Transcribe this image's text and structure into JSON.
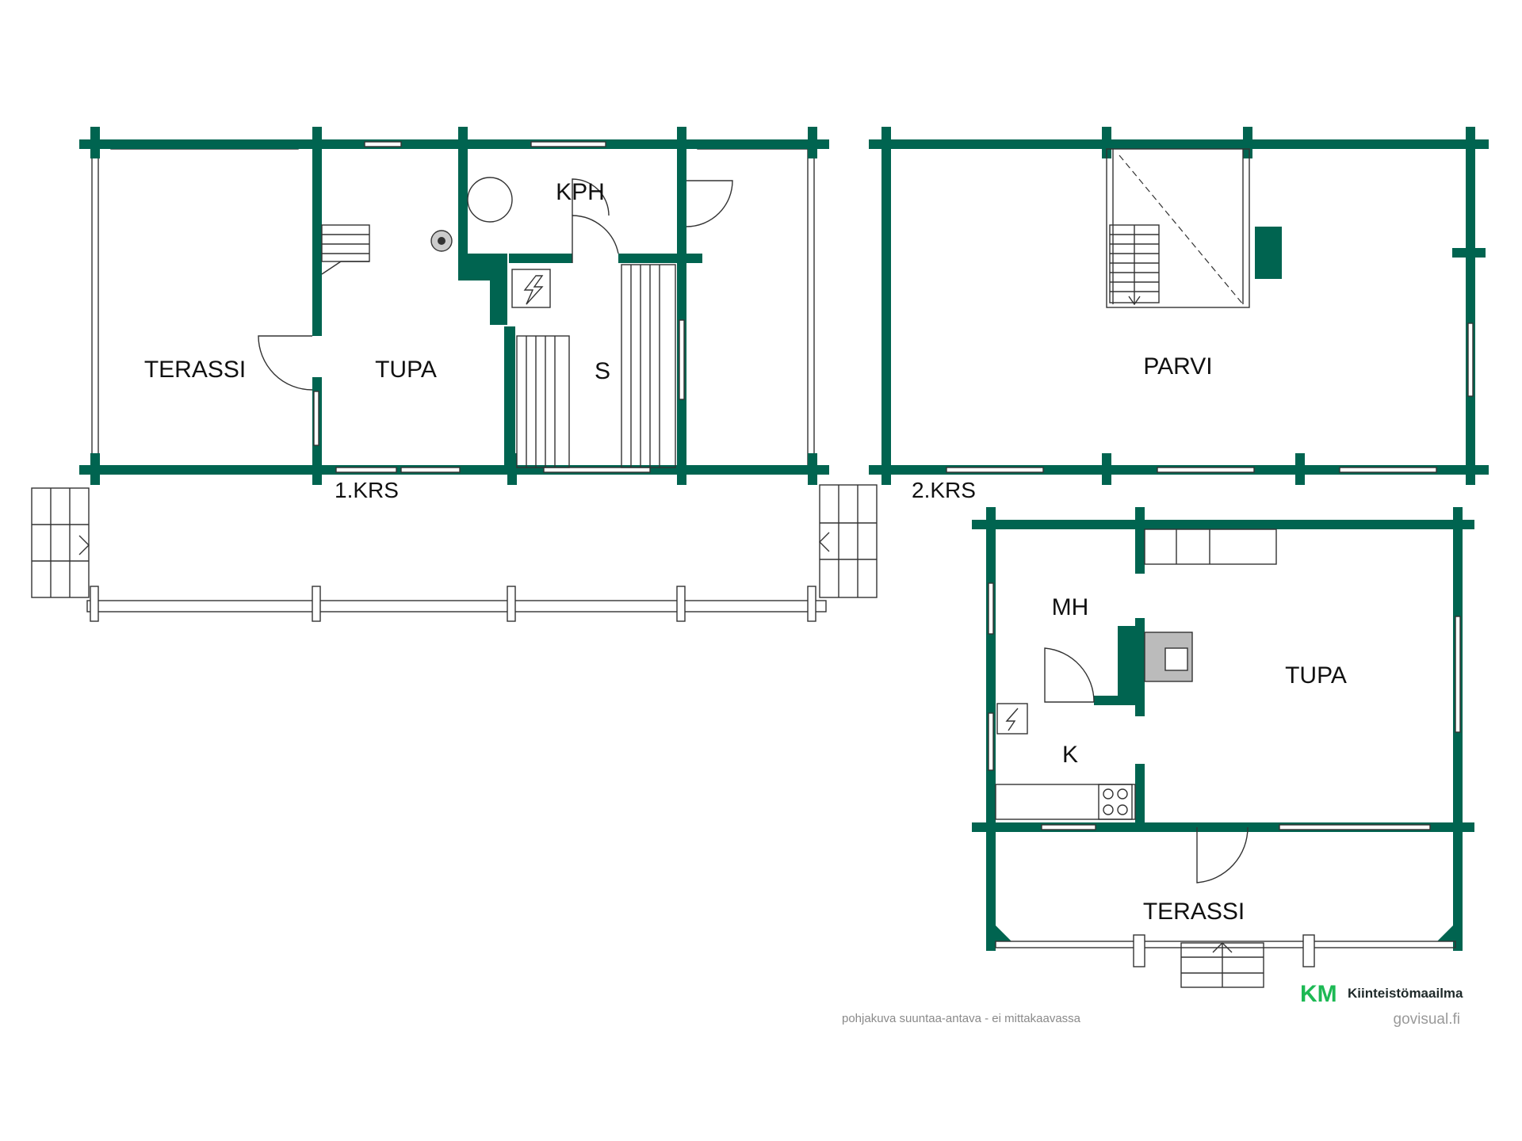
{
  "colors": {
    "wall": "#006450",
    "line": "#333333",
    "text": "#111111",
    "muted": "#8a8a8a",
    "brand_green": "#1db954"
  },
  "plan_left": {
    "rooms": {
      "terassi": "TERASSI",
      "tupa": "TUPA",
      "kph": "KPH",
      "sauna": "S"
    },
    "floor_label": "1.KRS"
  },
  "plan_upper": {
    "rooms": {
      "parvi": "PARVI"
    },
    "floor_label": "2.KRS"
  },
  "plan_right": {
    "rooms": {
      "mh": "MH",
      "tupa": "TUPA",
      "keittio": "K",
      "terassi": "TERASSI"
    }
  },
  "footer": {
    "note": "pohjakuva suuntaa-antava - ei mittakaavassa",
    "brand_mark": "KM",
    "brand_name": "Kiinteistömaailma",
    "credit": "govisual.fi"
  }
}
